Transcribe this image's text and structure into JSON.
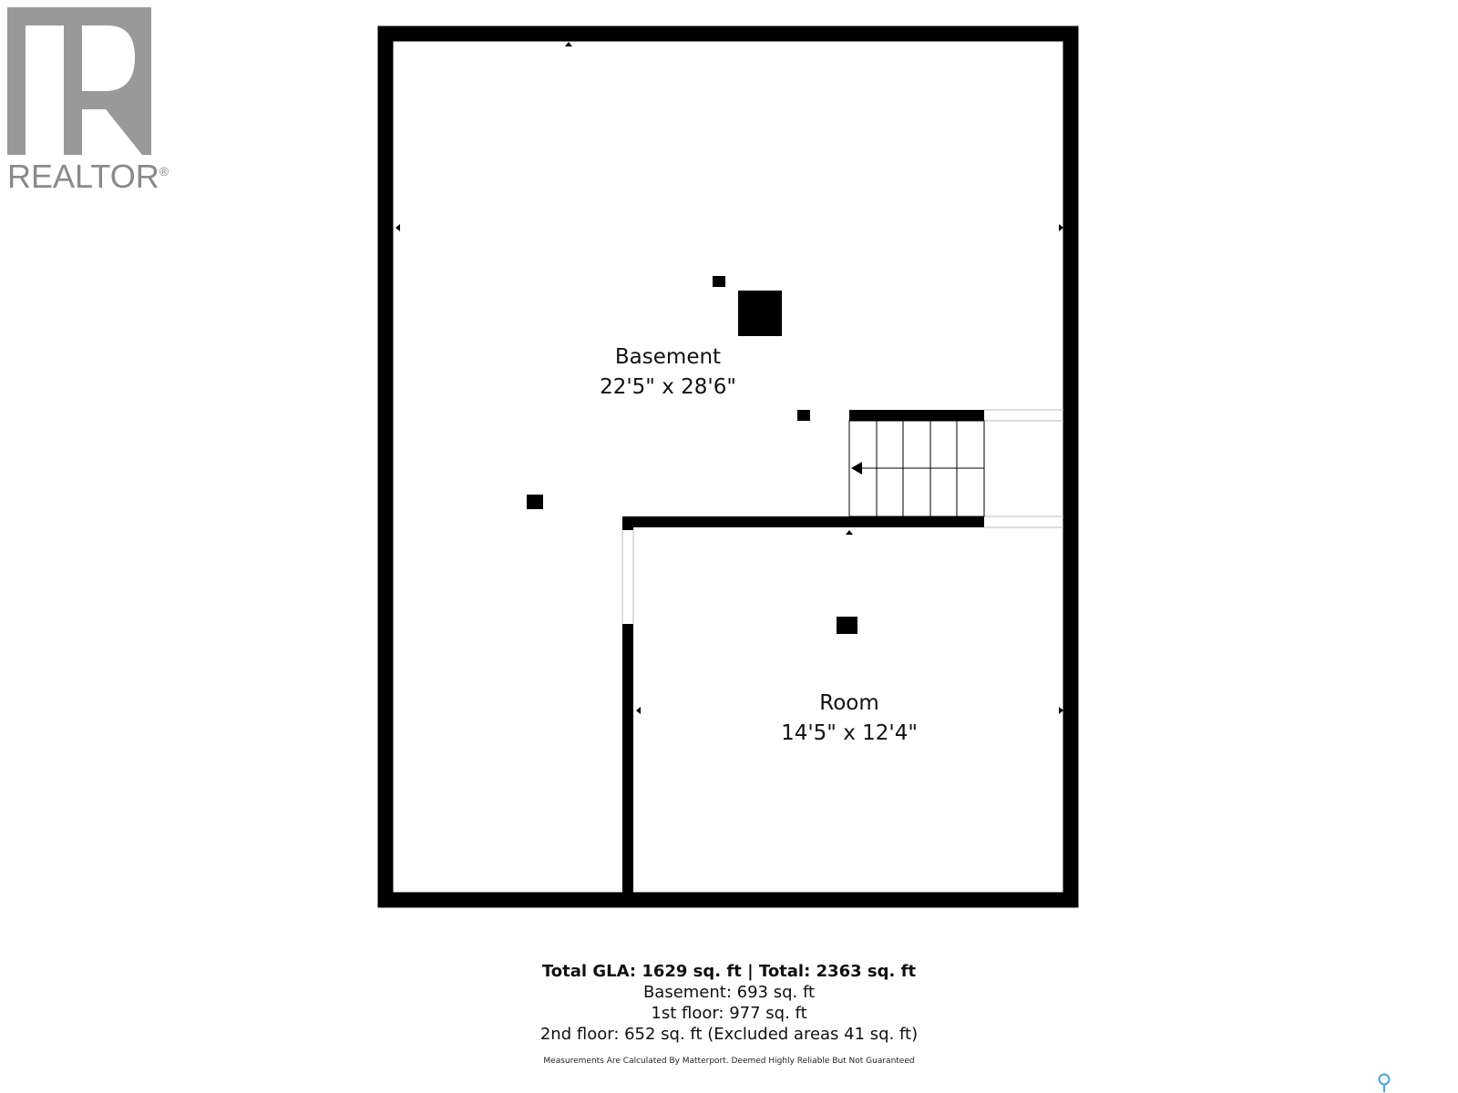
{
  "logo": {
    "wordmark": "REALTOR",
    "registered_mark": "®",
    "icon": "realtor-r-logo-icon",
    "color": "#999999"
  },
  "rooms": [
    {
      "name": "Basement",
      "dimensions": "22'5\" x 28'6\""
    },
    {
      "name": "Room",
      "dimensions": "14'5\" x 12'4\""
    }
  ],
  "summary": {
    "total_line": "Total GLA: 1629 sq. ft | Total: 2363 sq. ft",
    "basement_line": "Basement: 693 sq. ft",
    "first_floor_line": "1st floor: 977 sq. ft",
    "second_floor_line": "2nd floor: 652 sq. ft (Excluded areas 41 sq. ft)"
  },
  "disclaimer": "Measurements Are Calculated By Matterport. Deemed Highly Reliable But Not Guaranteed",
  "colors": {
    "wall": "#000000",
    "background": "#ffffff",
    "logo_gray": "#999999",
    "pin_blue": "#4aa3df"
  },
  "icons": {
    "map_pin": "map-pin-icon",
    "stair_arrow": "arrow-left-icon"
  }
}
